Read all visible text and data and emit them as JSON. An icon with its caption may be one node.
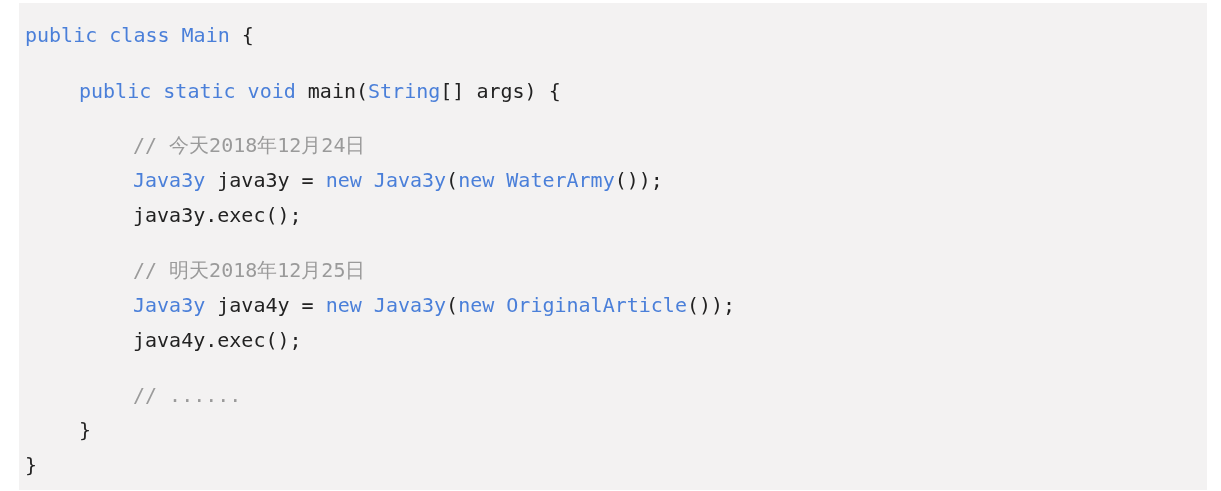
{
  "diagram": {
    "labels": [
      "public class Main {",
      "public static void main(String[] args) {",
      "// 今天2018年12月24日",
      "Java3y java3y = new Java3y(new WaterArmy());",
      "java3y.exec();",
      "// 明天2018年12月25日",
      "Java3y java4y = new Java3y(new OriginalArticle());",
      "java4y.exec();",
      "// ......",
      "}",
      "}"
    ]
  }
}
